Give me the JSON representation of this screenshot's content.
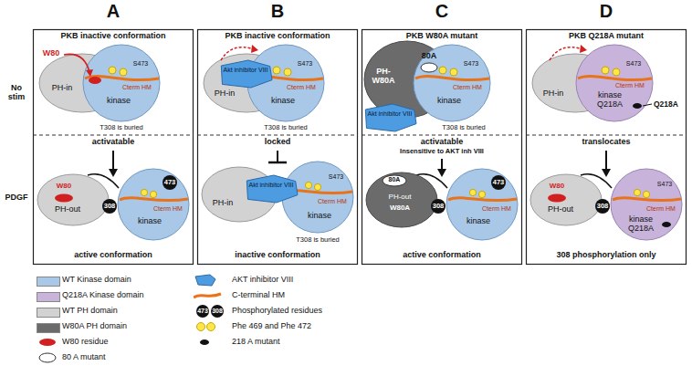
{
  "diagram": {
    "nodes": [
      {
        "text": [
          "A",
          "PKB inactive conformation",
          "T308 is buried",
          "activatable",
          "active conformation"
        ]
      },
      {
        "text": [
          "PH-in"
        ],
        "in": 0
      },
      {
        "text": [
          "kinase",
          "S473",
          "Cterm HM"
        ],
        "in": 0
      },
      {
        "text": [
          "W80",
          "PH-out"
        ],
        "in": 0
      },
      {
        "text": [
          "kinase",
          "Cterm HM"
        ],
        "in": 0
      },
      {
        "text": [
          "473"
        ],
        "in": 4
      },
      {
        "text": [
          "308"
        ],
        "in": 0
      },
      {
        "text": [
          "B",
          "PKB inactive conformation",
          "T308 is buried",
          "locked",
          "inactive conformation",
          "T308 is buried"
        ]
      },
      {
        "text": [
          "PH-in"
        ],
        "in": 7
      },
      {
        "text": [
          "kinase",
          "S473",
          "Cterm HM"
        ],
        "in": 7
      },
      {
        "text": [
          "Akt inhibitor VIII"
        ],
        "in": 7
      },
      {
        "text": [
          "PH-in"
        ],
        "in": 7
      },
      {
        "text": [
          "kinase",
          "S473",
          "Cterm HM"
        ],
        "in": 7
      },
      {
        "text": [
          "Akt inhibitor VIII"
        ],
        "in": 7
      },
      {
        "text": [
          "C",
          "PKB W80A mutant",
          "T308 is buried",
          "activatable",
          "Insensitive to AKT inh VIII",
          "active conformation"
        ]
      },
      {
        "text": [
          "PH- W80A"
        ],
        "in": 14
      },
      {
        "text": [
          "kinase",
          "S473",
          "Cterm HM"
        ],
        "in": 14
      },
      {
        "text": [
          "Akt inhibitor VIII"
        ],
        "in": 14
      },
      {
        "text": [
          "80A",
          "PH-out",
          "W80A"
        ],
        "in": 14
      },
      {
        "text": [
          "kinase",
          "Cterm HM"
        ],
        "in": 14
      },
      {
        "text": [
          "473"
        ],
        "in": 19
      },
      {
        "text": [
          "308"
        ],
        "in": 14
      },
      {
        "text": [
          "D",
          "PKB Q218A mutant",
          "translocates",
          "308 phosphorylation only"
        ]
      },
      {
        "text": [
          "PH-in"
        ],
        "in": 22
      },
      {
        "text": [
          "kinase Q218A",
          "S473",
          "Cterm HM"
        ],
        "in": 22
      },
      {
        "text": [
          "W80",
          "PH-out"
        ],
        "in": 22
      },
      {
        "text": [
          "kinase Q218A",
          "S473",
          "Cterm HM"
        ],
        "in": 22
      },
      {
        "text": [
          "308"
        ],
        "in": 22
      }
    ],
    "labels": [
      "No stim",
      "PDGF",
      "W80",
      "80A",
      "Q218A",
      "473",
      "308"
    ],
    "legend": [
      {
        "text": "WT Kinase domain",
        "color": "#a9c7e6"
      },
      {
        "text": "Q218A Kinase domain",
        "color": "#c8b3da"
      },
      {
        "text": "WT PH domain",
        "color": "#d2d2d2"
      },
      {
        "text": "W80A PH domain",
        "color": "#6b6b6b"
      },
      {
        "text": "W80 residue",
        "color": "#d21f1f"
      },
      {
        "text": "80 A mutant"
      },
      {
        "text": "AKT inhibitor VIII"
      },
      {
        "text": "C-terminal HM"
      },
      {
        "text": "Phosphorylated residues"
      },
      {
        "text": "Phe 469 and Phe 472"
      },
      {
        "text": "218 A mutant"
      }
    ]
  }
}
